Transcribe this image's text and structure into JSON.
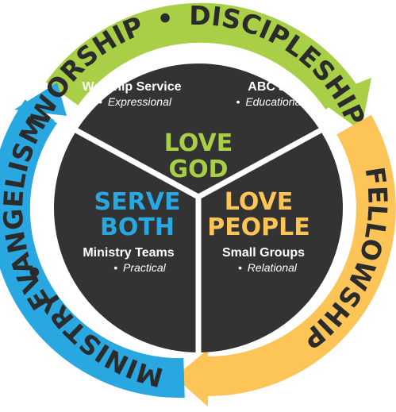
{
  "ring": {
    "top_left": "WORSHIP",
    "separator": "•",
    "top_right": "DISCIPLESHIP",
    "right": "FELLOWSHIP",
    "left_top": "EVANGELISM",
    "left_bottom": "MINISTRY"
  },
  "sections": {
    "love_god": {
      "line1": "LOVE",
      "line2": "GOD"
    },
    "serve_both": {
      "line1": "SERVE",
      "line2": "BOTH"
    },
    "love_people": {
      "line1": "LOVE",
      "line2": "PEOPLE"
    }
  },
  "labels": {
    "worship_service": {
      "title": "Worship Service",
      "bullet": "•",
      "sub": "Expressional"
    },
    "abcs": {
      "title": "ABC’s",
      "bullet": "•",
      "sub": "Educational"
    },
    "ministry_teams": {
      "title": "Ministry Teams",
      "bullet": "•",
      "sub": "Practical"
    },
    "small_groups": {
      "title": "Small Groups",
      "bullet": "•",
      "sub": "Relational"
    }
  },
  "colors": {
    "green": "#a8cf45",
    "orange": "#fdc457",
    "blue": "#29a7e1",
    "dark": "#333333",
    "text_dark": "#2b2b2b"
  }
}
